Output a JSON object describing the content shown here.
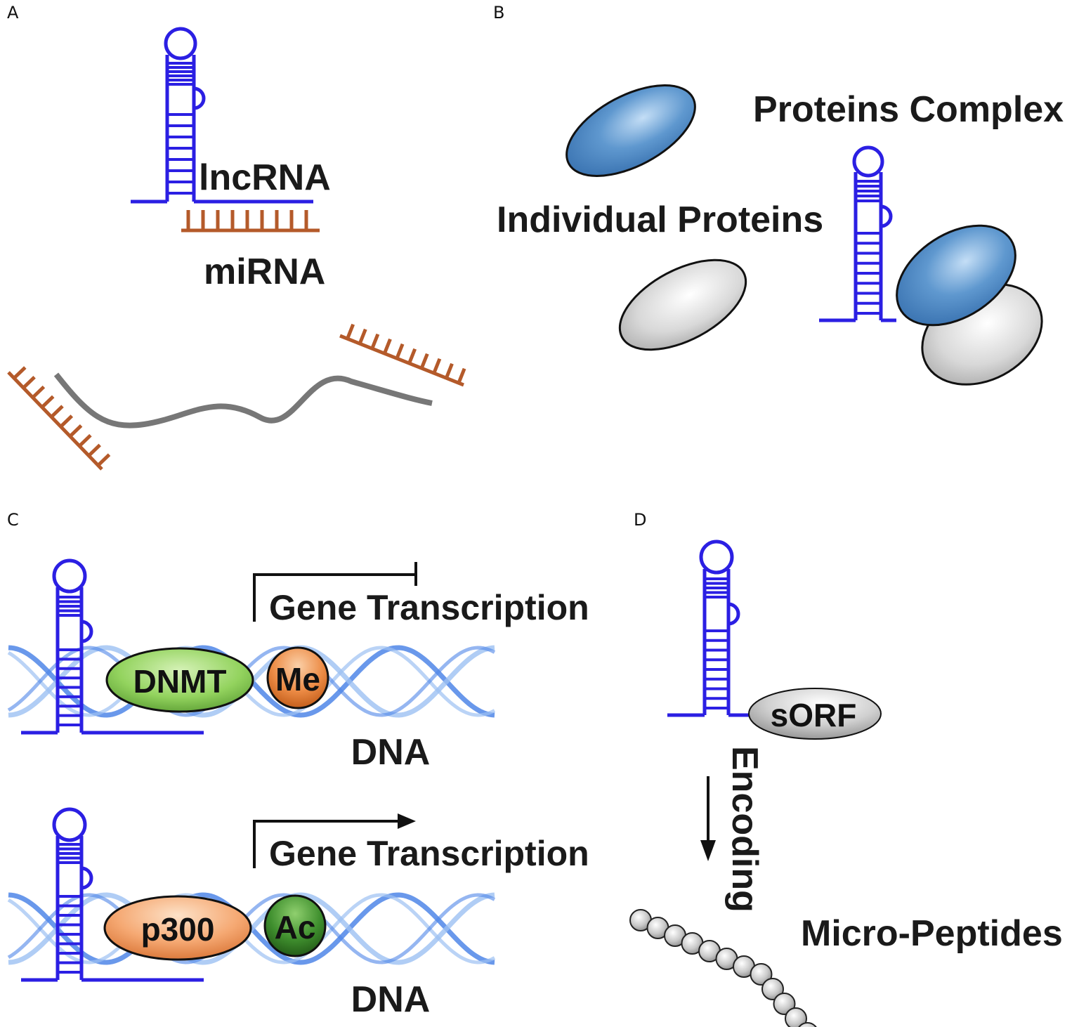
{
  "panels": {
    "a": {
      "letter": "A",
      "lncrna_label": "lncRNA",
      "mirna_label": "miRNA"
    },
    "b": {
      "letter": "B",
      "complex_label": "Proteins Complex",
      "individual_label": "Individual Proteins"
    },
    "c": {
      "letter": "C",
      "top": {
        "gene_label": "Gene Transcription",
        "enzyme_label": "DNMT",
        "mark_label": "Me",
        "dna_label": "DNA"
      },
      "bottom": {
        "gene_label": "Gene Transcription",
        "enzyme_label": "p300",
        "mark_label": "Ac",
        "dna_label": "DNA"
      }
    },
    "d": {
      "letter": "D",
      "sorf_label": "sORF",
      "encoding_label": "Encoding",
      "peptides_label": "Micro-Peptides"
    }
  },
  "colors": {
    "rna": "#2b1fe3",
    "mirna": "#b45a2a",
    "target_rna": "#777777",
    "dna_dark": "#4f86e8",
    "dna_light": "#9cc0f2",
    "protein_blue": "#3a78b8",
    "protein_grey": "#c9c9c9",
    "dnmt_green": "#8dd05a",
    "me_orange": "#e9833f",
    "p300_peach": "#f4a070",
    "ac_green": "#3d8c2c"
  }
}
